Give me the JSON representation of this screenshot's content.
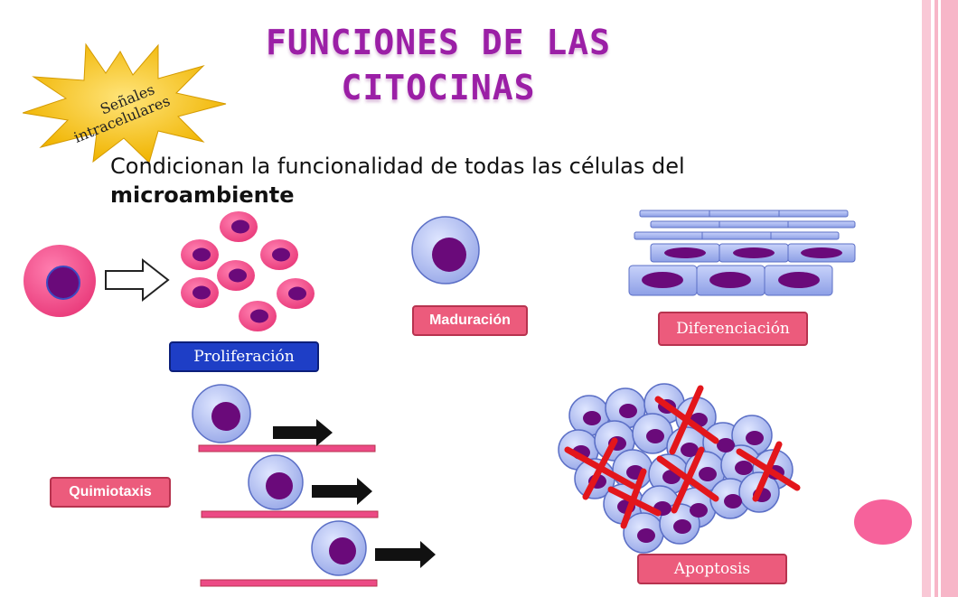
{
  "title": "FUNCIONES DE LAS CITOCINAS",
  "badge": {
    "line1": "Señales",
    "line2": "intracelulares"
  },
  "subtitle": {
    "text": "Condicionan la funcionalidad de todas las células del",
    "bold": "microambiente"
  },
  "labels": {
    "proliferacion": "Proliferación",
    "maduracion": "Maduración",
    "diferenciacion": "Diferenciación",
    "quimiotaxis": "Quimiotaxis",
    "apoptosis": "Apoptosis"
  },
  "colors": {
    "title": "#9b1fa6",
    "pink_cell": "#f0548a",
    "nucleus": "#6a0a7a",
    "blue_cell": "#b9c6f2",
    "label_pink": "#ec5b7c",
    "label_blue": "#1e3ec6",
    "cross": "#e3161b"
  }
}
